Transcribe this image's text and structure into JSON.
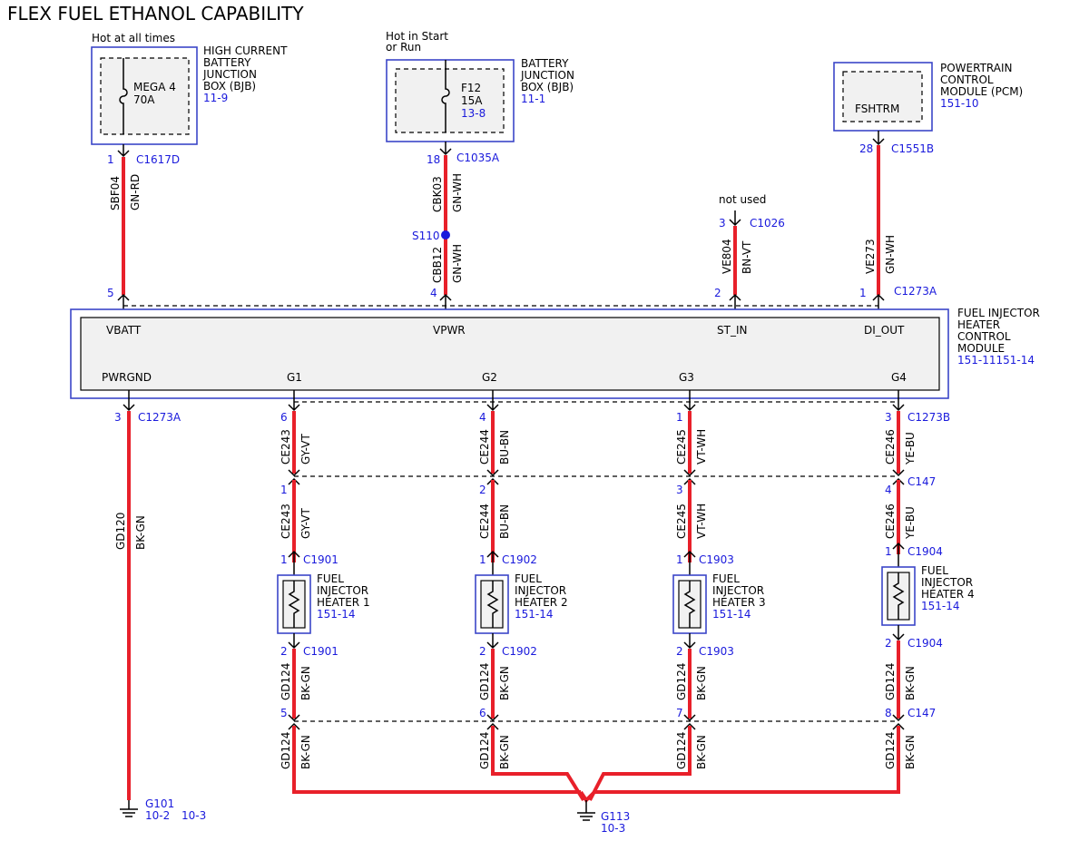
{
  "title": "FLEX FUEL ETHANOL CAPABILITY",
  "bjb_high": {
    "note": "Hot at all times",
    "fuse_name": "MEGA 4",
    "fuse_amp": "70A",
    "label1": "HIGH CURRENT",
    "label2": "BATTERY",
    "label3": "JUNCTION",
    "label4": "BOX (BJB)",
    "ref": "11-9",
    "pin": "1",
    "connector": "C1617D",
    "circuit": "SBF04",
    "color": "GN-RD"
  },
  "bjb": {
    "note1": "Hot in Start",
    "note2": "or Run",
    "fuse_name": "F12",
    "fuse_amp": "15A",
    "fuse_ref": "13-8",
    "label1": "BATTERY",
    "label2": "JUNCTION",
    "label3": "BOX (BJB)",
    "ref": "11-1",
    "pin": "18",
    "connector": "C1035A",
    "circuit1": "CBK03",
    "color1": "GN-WH",
    "splice": "S110",
    "circuit2": "CBB12",
    "color2": "GN-WH"
  },
  "not_used": {
    "note": "not used",
    "pin": "3",
    "connector": "C1026",
    "circuit": "VE804",
    "color": "BN-VT"
  },
  "pcm": {
    "pin_label": "FSHTRM",
    "label1": "POWERTRAIN",
    "label2": "CONTROL",
    "label3": "MODULE (PCM)",
    "ref": "151-10",
    "pin": "28",
    "connector": "C1551B",
    "circuit": "VE273",
    "color": "GN-WH"
  },
  "module": {
    "label1": "FUEL INJECTOR",
    "label2": "HEATER",
    "label3": "CONTROL",
    "label4": "MODULE",
    "ref": "151-11151-14",
    "top_connector": "C1273A",
    "top_pins": [
      {
        "pin": "5",
        "name": "VBATT"
      },
      {
        "pin": "4",
        "name": "VPWR"
      },
      {
        "pin": "2",
        "name": "ST_IN"
      },
      {
        "pin": "1",
        "name": "DI_OUT"
      }
    ],
    "bottom_pins": [
      {
        "name": "PWRGND"
      },
      {
        "name": "G1"
      },
      {
        "name": "G2"
      },
      {
        "name": "G3"
      },
      {
        "name": "G4"
      }
    ]
  },
  "ground_main": {
    "pin": "3",
    "connector": "C1273A",
    "circuit": "GD120",
    "color": "BK-GN",
    "ground": "G101",
    "ref1": "10-2",
    "ref2": "10-3"
  },
  "heaters": [
    {
      "top_pin": "6",
      "top_conn": "",
      "circuit": "CE243",
      "color": "GY-VT",
      "mid_pin": "1",
      "mid_conn": "",
      "h_pin1": "1",
      "h_conn": "C1901",
      "l1": "FUEL",
      "l2": "INJECTOR",
      "l3": "HEATER 1",
      "ref": "151-14",
      "h_pin2": "2",
      "g_circuit": "GD124",
      "g_color": "BK-GN",
      "low_pin": "5",
      "low_conn": ""
    },
    {
      "top_pin": "4",
      "top_conn": "",
      "circuit": "CE244",
      "color": "BU-BN",
      "mid_pin": "2",
      "mid_conn": "",
      "h_pin1": "1",
      "h_conn": "C1902",
      "l1": "FUEL",
      "l2": "INJECTOR",
      "l3": "HEATER 2",
      "ref": "151-14",
      "h_pin2": "2",
      "g_circuit": "GD124",
      "g_color": "BK-GN",
      "low_pin": "6",
      "low_conn": ""
    },
    {
      "top_pin": "1",
      "top_conn": "",
      "circuit": "CE245",
      "color": "VT-WH",
      "mid_pin": "3",
      "mid_conn": "",
      "h_pin1": "1",
      "h_conn": "C1903",
      "l1": "FUEL",
      "l2": "INJECTOR",
      "l3": "HEATER 3",
      "ref": "151-14",
      "h_pin2": "2",
      "g_circuit": "GD124",
      "g_color": "BK-GN",
      "low_pin": "7",
      "low_conn": ""
    },
    {
      "top_pin": "3",
      "top_conn": "C1273B",
      "circuit": "CE246",
      "color": "YE-BU",
      "mid_pin": "4",
      "mid_conn": "C147",
      "h_pin1": "1",
      "h_conn": "C1904",
      "l1": "FUEL",
      "l2": "INJECTOR",
      "l3": "HEATER 4",
      "ref": "151-14",
      "h_pin2": "2",
      "g_circuit": "GD124",
      "g_color": "BK-GN",
      "low_pin": "8",
      "low_conn": "C147"
    }
  ],
  "ground_heaters": {
    "ground": "G113",
    "ref": "10-3"
  }
}
